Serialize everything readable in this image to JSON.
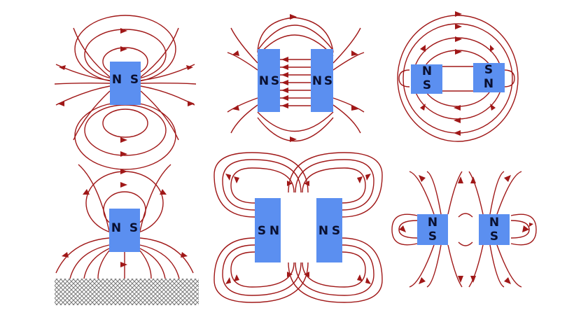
{
  "colors": {
    "background": "#ffffff",
    "magnet_fill": "#5b8ff0",
    "magnet_edge": "#3e6fd6",
    "field_line": "#a01818",
    "label": "#0a1030",
    "ground": "#8a8a8a"
  },
  "diagrams": [
    {
      "id": "single-horizontal",
      "labels": [
        "N",
        "S"
      ]
    },
    {
      "id": "two-aligned-gap",
      "labels": [
        "N",
        "S",
        "N",
        "S"
      ]
    },
    {
      "id": "two-vertical-opposed",
      "labels": [
        "N",
        "S",
        "S",
        "N"
      ]
    },
    {
      "id": "single-above-iron",
      "labels": [
        "N",
        "S"
      ]
    },
    {
      "id": "two-repelling-s-facing",
      "labels": [
        "S",
        "N",
        "N",
        "S"
      ]
    },
    {
      "id": "two-vertical-same",
      "labels": [
        "N",
        "S",
        "N",
        "S"
      ]
    }
  ]
}
